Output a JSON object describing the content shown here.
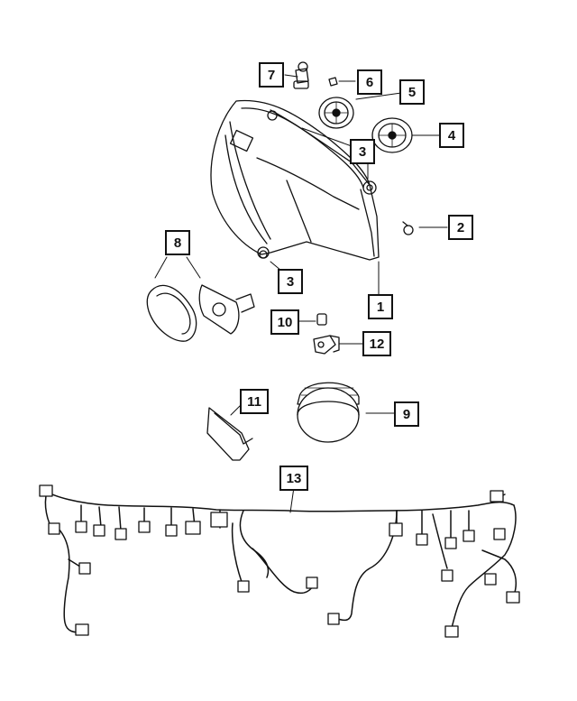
{
  "callouts": [
    {
      "id": "c7",
      "label": "7"
    },
    {
      "id": "c6",
      "label": "6"
    },
    {
      "id": "c5",
      "label": "5"
    },
    {
      "id": "c4",
      "label": "4"
    },
    {
      "id": "c3a",
      "label": "3"
    },
    {
      "id": "c2",
      "label": "2"
    },
    {
      "id": "c8",
      "label": "8"
    },
    {
      "id": "c3b",
      "label": "3"
    },
    {
      "id": "c1",
      "label": "1"
    },
    {
      "id": "c10",
      "label": "10"
    },
    {
      "id": "c12",
      "label": "12"
    },
    {
      "id": "c11",
      "label": "11"
    },
    {
      "id": "c9",
      "label": "9"
    },
    {
      "id": "c13",
      "label": "13"
    }
  ]
}
